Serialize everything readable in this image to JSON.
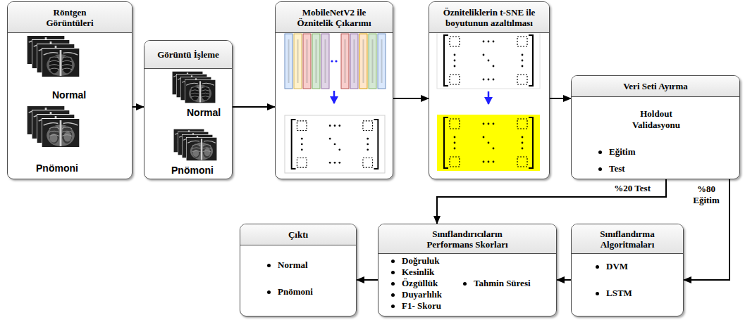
{
  "diagram": {
    "nodes": [
      {
        "text": [
          "Röntgen Görüntüleri",
          "Normal",
          "Pnömoni"
        ]
      },
      {
        "text": [
          "Görüntü İşleme",
          "Normal",
          "Pnömoni"
        ]
      },
      {
        "text": [
          "MobileNetV2 ile Öznitelik Çıkarımı"
        ]
      },
      {
        "text": [
          "Özniteliklerin t-SNE ile boyutunun azaltılması"
        ]
      },
      {
        "text": [
          "Veri Seti Ayırma",
          "Holdout Validasyonu",
          "Eğitim",
          "Test"
        ]
      },
      {
        "text": [
          "Sınıflandırma Algoritmaları",
          "DVM",
          "LSTM"
        ]
      },
      {
        "text": [
          "Sınıflandırıcıların Performans Skorları",
          "Doğruluk",
          "Kesinlik",
          "Özgüllük",
          "Duyarlılık",
          "F1- Skoru",
          "Tahmin Süresi"
        ]
      },
      {
        "text": [
          "Çıktı",
          "Normal",
          "Pnömoni"
        ]
      }
    ],
    "edges": [
      {
        "from": 0,
        "to": 1,
        "arrow": "to"
      },
      {
        "from": 1,
        "to": 2,
        "arrow": "to"
      },
      {
        "from": 2,
        "to": 3,
        "arrow": "to"
      },
      {
        "from": 3,
        "to": 4,
        "arrow": "to"
      },
      {
        "from": 4,
        "to": 5,
        "label": "%80 Eğitim",
        "arrow": "to"
      },
      {
        "from": 4,
        "to": 6,
        "label": "%20 Test",
        "arrow": "to"
      },
      {
        "from": 5,
        "to": 6,
        "arrow": "to"
      },
      {
        "from": 6,
        "to": 7,
        "arrow": "to"
      }
    ]
  }
}
